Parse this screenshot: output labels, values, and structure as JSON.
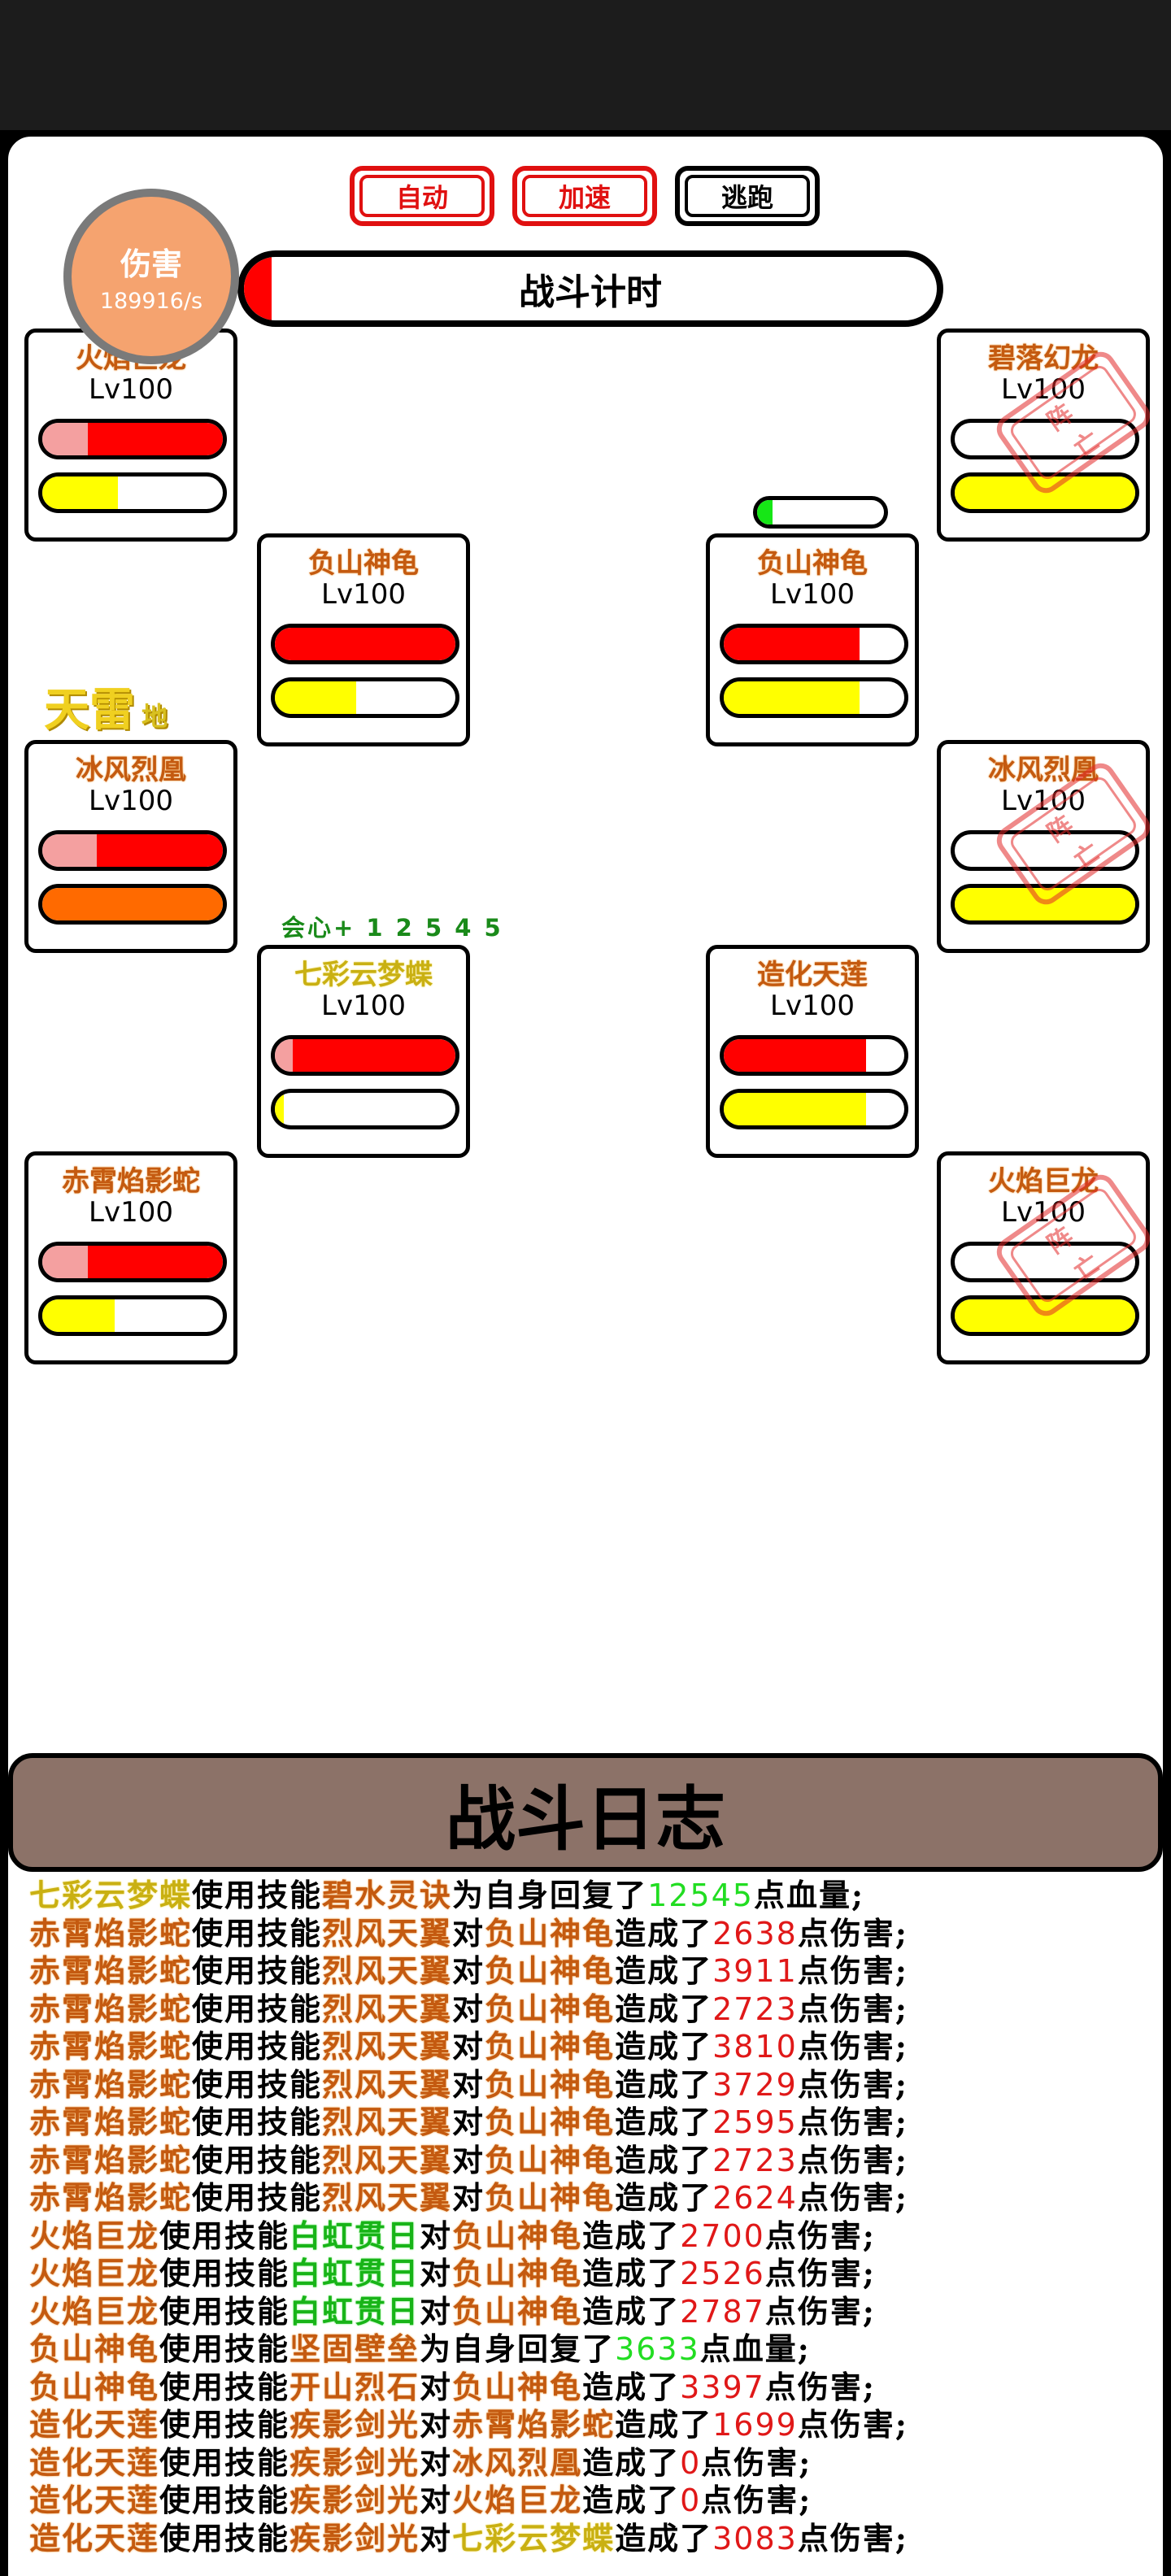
{
  "controls": {
    "auto": "自动",
    "speed": "加速",
    "flee": "逃跑"
  },
  "damage": {
    "label": "伤害",
    "value": "189916/s"
  },
  "timer": {
    "label": "战斗计时",
    "progress": 0.04
  },
  "skill_flag": {
    "main": "天雷",
    "sub": "地"
  },
  "crit_text": "会心+ 1 2 5 4 5",
  "colors": {
    "hp": "#ff0000",
    "hp_lost": "#f4a0a0",
    "energy": "#ffff00",
    "energy_full": "#ff6a00",
    "heal": "#16e616"
  },
  "units": [
    {
      "id": "L1",
      "name": "火焰巨龙",
      "level": "Lv100",
      "hp": 0.75,
      "hp_lost": 0.25,
      "energy": 0.42,
      "dead": false
    },
    {
      "id": "L2",
      "name": "负山神龟",
      "level": "Lv100",
      "hp": 1.0,
      "hp_lost": 0.0,
      "energy": 0.45,
      "dead": false
    },
    {
      "id": "L3",
      "name": "冰风烈凰",
      "level": "Lv100",
      "hp": 0.7,
      "hp_lost": 0.3,
      "energy": 1.0,
      "energy_full": true,
      "dead": false
    },
    {
      "id": "L4",
      "name": "七彩云梦蝶",
      "level": "Lv100",
      "hp": 0.9,
      "hp_lost": 0.1,
      "energy": 0.05,
      "dead": false
    },
    {
      "id": "L5",
      "name": "赤霄焰影蛇",
      "level": "Lv100",
      "hp": 0.75,
      "hp_lost": 0.25,
      "energy": 0.4,
      "dead": false
    },
    {
      "id": "R1",
      "name": "碧落幻龙",
      "level": "Lv100",
      "hp": 0.0,
      "energy": 1.0,
      "dead": true,
      "stamp": "阵亡"
    },
    {
      "id": "R2",
      "name": "负山神龟",
      "level": "Lv100",
      "hp": 0.75,
      "hp_lost": 0.0,
      "energy": 0.75,
      "dead": false,
      "shield": 0.12
    },
    {
      "id": "R3",
      "name": "冰风烈凰",
      "level": "Lv100",
      "hp": 0.0,
      "energy": 1.0,
      "dead": true,
      "stamp": "阵亡"
    },
    {
      "id": "R4",
      "name": "造化天莲",
      "level": "Lv100",
      "hp": 0.79,
      "hp_lost": 0.0,
      "energy": 0.79,
      "dead": false
    },
    {
      "id": "R5",
      "name": "火焰巨龙",
      "level": "Lv100",
      "hp": 0.0,
      "energy": 1.0,
      "dead": true,
      "stamp": "阵亡"
    }
  ],
  "log_title": "战斗日志",
  "log_words": {
    "use": "使用技能",
    "to": "对",
    "cause": "造成了",
    "dmg": "点伤害;",
    "self": "为自身回复了",
    "heal": "点血量;"
  },
  "log": [
    {
      "actor": "七彩云梦蝶",
      "actor_c": "y",
      "skill": "碧水灵诀",
      "skill_c": "s",
      "type": "heal",
      "value": "12545"
    },
    {
      "actor": "赤霄焰影蛇",
      "actor_c": "a",
      "skill": "烈风天翼",
      "skill_c": "s",
      "type": "dmg",
      "target": "负山神龟",
      "target_c": "a",
      "value": "2638"
    },
    {
      "actor": "赤霄焰影蛇",
      "actor_c": "a",
      "skill": "烈风天翼",
      "skill_c": "s",
      "type": "dmg",
      "target": "负山神龟",
      "target_c": "a",
      "value": "3911"
    },
    {
      "actor": "赤霄焰影蛇",
      "actor_c": "a",
      "skill": "烈风天翼",
      "skill_c": "s",
      "type": "dmg",
      "target": "负山神龟",
      "target_c": "a",
      "value": "2723"
    },
    {
      "actor": "赤霄焰影蛇",
      "actor_c": "a",
      "skill": "烈风天翼",
      "skill_c": "s",
      "type": "dmg",
      "target": "负山神龟",
      "target_c": "a",
      "value": "3810"
    },
    {
      "actor": "赤霄焰影蛇",
      "actor_c": "a",
      "skill": "烈风天翼",
      "skill_c": "s",
      "type": "dmg",
      "target": "负山神龟",
      "target_c": "a",
      "value": "3729"
    },
    {
      "actor": "赤霄焰影蛇",
      "actor_c": "a",
      "skill": "烈风天翼",
      "skill_c": "s",
      "type": "dmg",
      "target": "负山神龟",
      "target_c": "a",
      "value": "2595"
    },
    {
      "actor": "赤霄焰影蛇",
      "actor_c": "a",
      "skill": "烈风天翼",
      "skill_c": "s",
      "type": "dmg",
      "target": "负山神龟",
      "target_c": "a",
      "value": "2723"
    },
    {
      "actor": "赤霄焰影蛇",
      "actor_c": "a",
      "skill": "烈风天翼",
      "skill_c": "s",
      "type": "dmg",
      "target": "负山神龟",
      "target_c": "a",
      "value": "2624"
    },
    {
      "actor": "火焰巨龙",
      "actor_c": "a",
      "skill": "白虹贯日",
      "skill_c": "g",
      "type": "dmg",
      "target": "负山神龟",
      "target_c": "a",
      "value": "2700"
    },
    {
      "actor": "火焰巨龙",
      "actor_c": "a",
      "skill": "白虹贯日",
      "skill_c": "g",
      "type": "dmg",
      "target": "负山神龟",
      "target_c": "a",
      "value": "2526"
    },
    {
      "actor": "火焰巨龙",
      "actor_c": "a",
      "skill": "白虹贯日",
      "skill_c": "g",
      "type": "dmg",
      "target": "负山神龟",
      "target_c": "a",
      "value": "2787"
    },
    {
      "actor": "负山神龟",
      "actor_c": "a",
      "skill": "坚固壁垒",
      "skill_c": "s",
      "type": "heal",
      "value": "3633"
    },
    {
      "actor": "负山神龟",
      "actor_c": "a",
      "skill": "开山烈石",
      "skill_c": "s",
      "type": "dmg",
      "target": "负山神龟",
      "target_c": "a",
      "value": "3397"
    },
    {
      "actor": "造化天莲",
      "actor_c": "a",
      "skill": "疾影剑光",
      "skill_c": "s",
      "type": "dmg",
      "target": "赤霄焰影蛇",
      "target_c": "a",
      "value": "1699"
    },
    {
      "actor": "造化天莲",
      "actor_c": "a",
      "skill": "疾影剑光",
      "skill_c": "s",
      "type": "dmg",
      "target": "冰风烈凰",
      "target_c": "a",
      "value": "0"
    },
    {
      "actor": "造化天莲",
      "actor_c": "a",
      "skill": "疾影剑光",
      "skill_c": "s",
      "type": "dmg",
      "target": "火焰巨龙",
      "target_c": "a",
      "value": "0"
    },
    {
      "actor": "造化天莲",
      "actor_c": "a",
      "skill": "疾影剑光",
      "skill_c": "s",
      "type": "dmg",
      "target": "七彩云梦蝶",
      "target_c": "y",
      "value": "3083"
    }
  ]
}
